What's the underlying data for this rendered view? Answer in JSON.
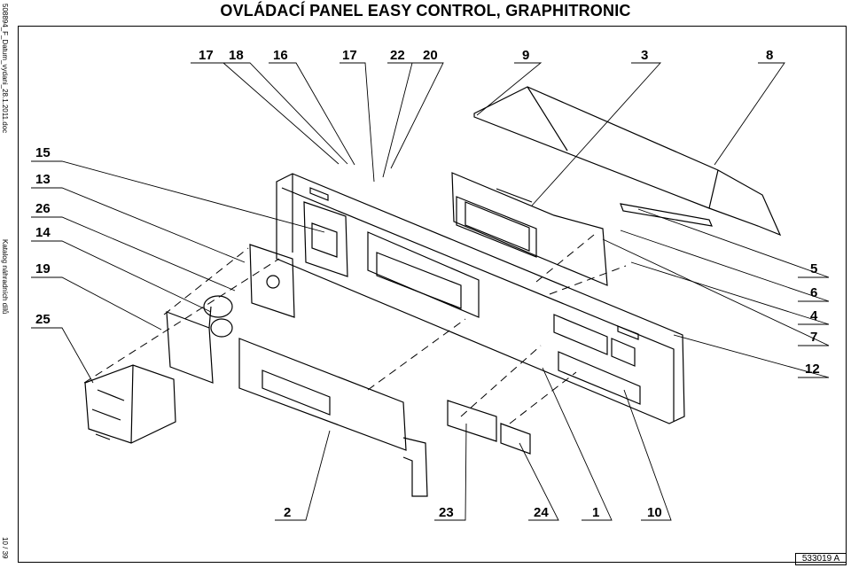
{
  "title": "OVLÁDACÍ PANEL EASY CONTROL, GRAPHITRONIC",
  "side_file": "508894_F_Datum_vydani_28.1.2011.doc",
  "side_catalog": "Katalog náhradních dílů",
  "side_page": "10 / 39",
  "drawing_code": "533019 A",
  "callouts_top": [
    "17",
    "18",
    "16",
    "17",
    "22",
    "20",
    "9",
    "3",
    "8"
  ],
  "callouts_left": [
    "15",
    "13",
    "26",
    "14",
    "19",
    "25"
  ],
  "callouts_right": [
    "5",
    "6",
    "4",
    "7",
    "12"
  ],
  "callouts_bottom": [
    "2",
    "23",
    "24",
    "1",
    "10"
  ]
}
